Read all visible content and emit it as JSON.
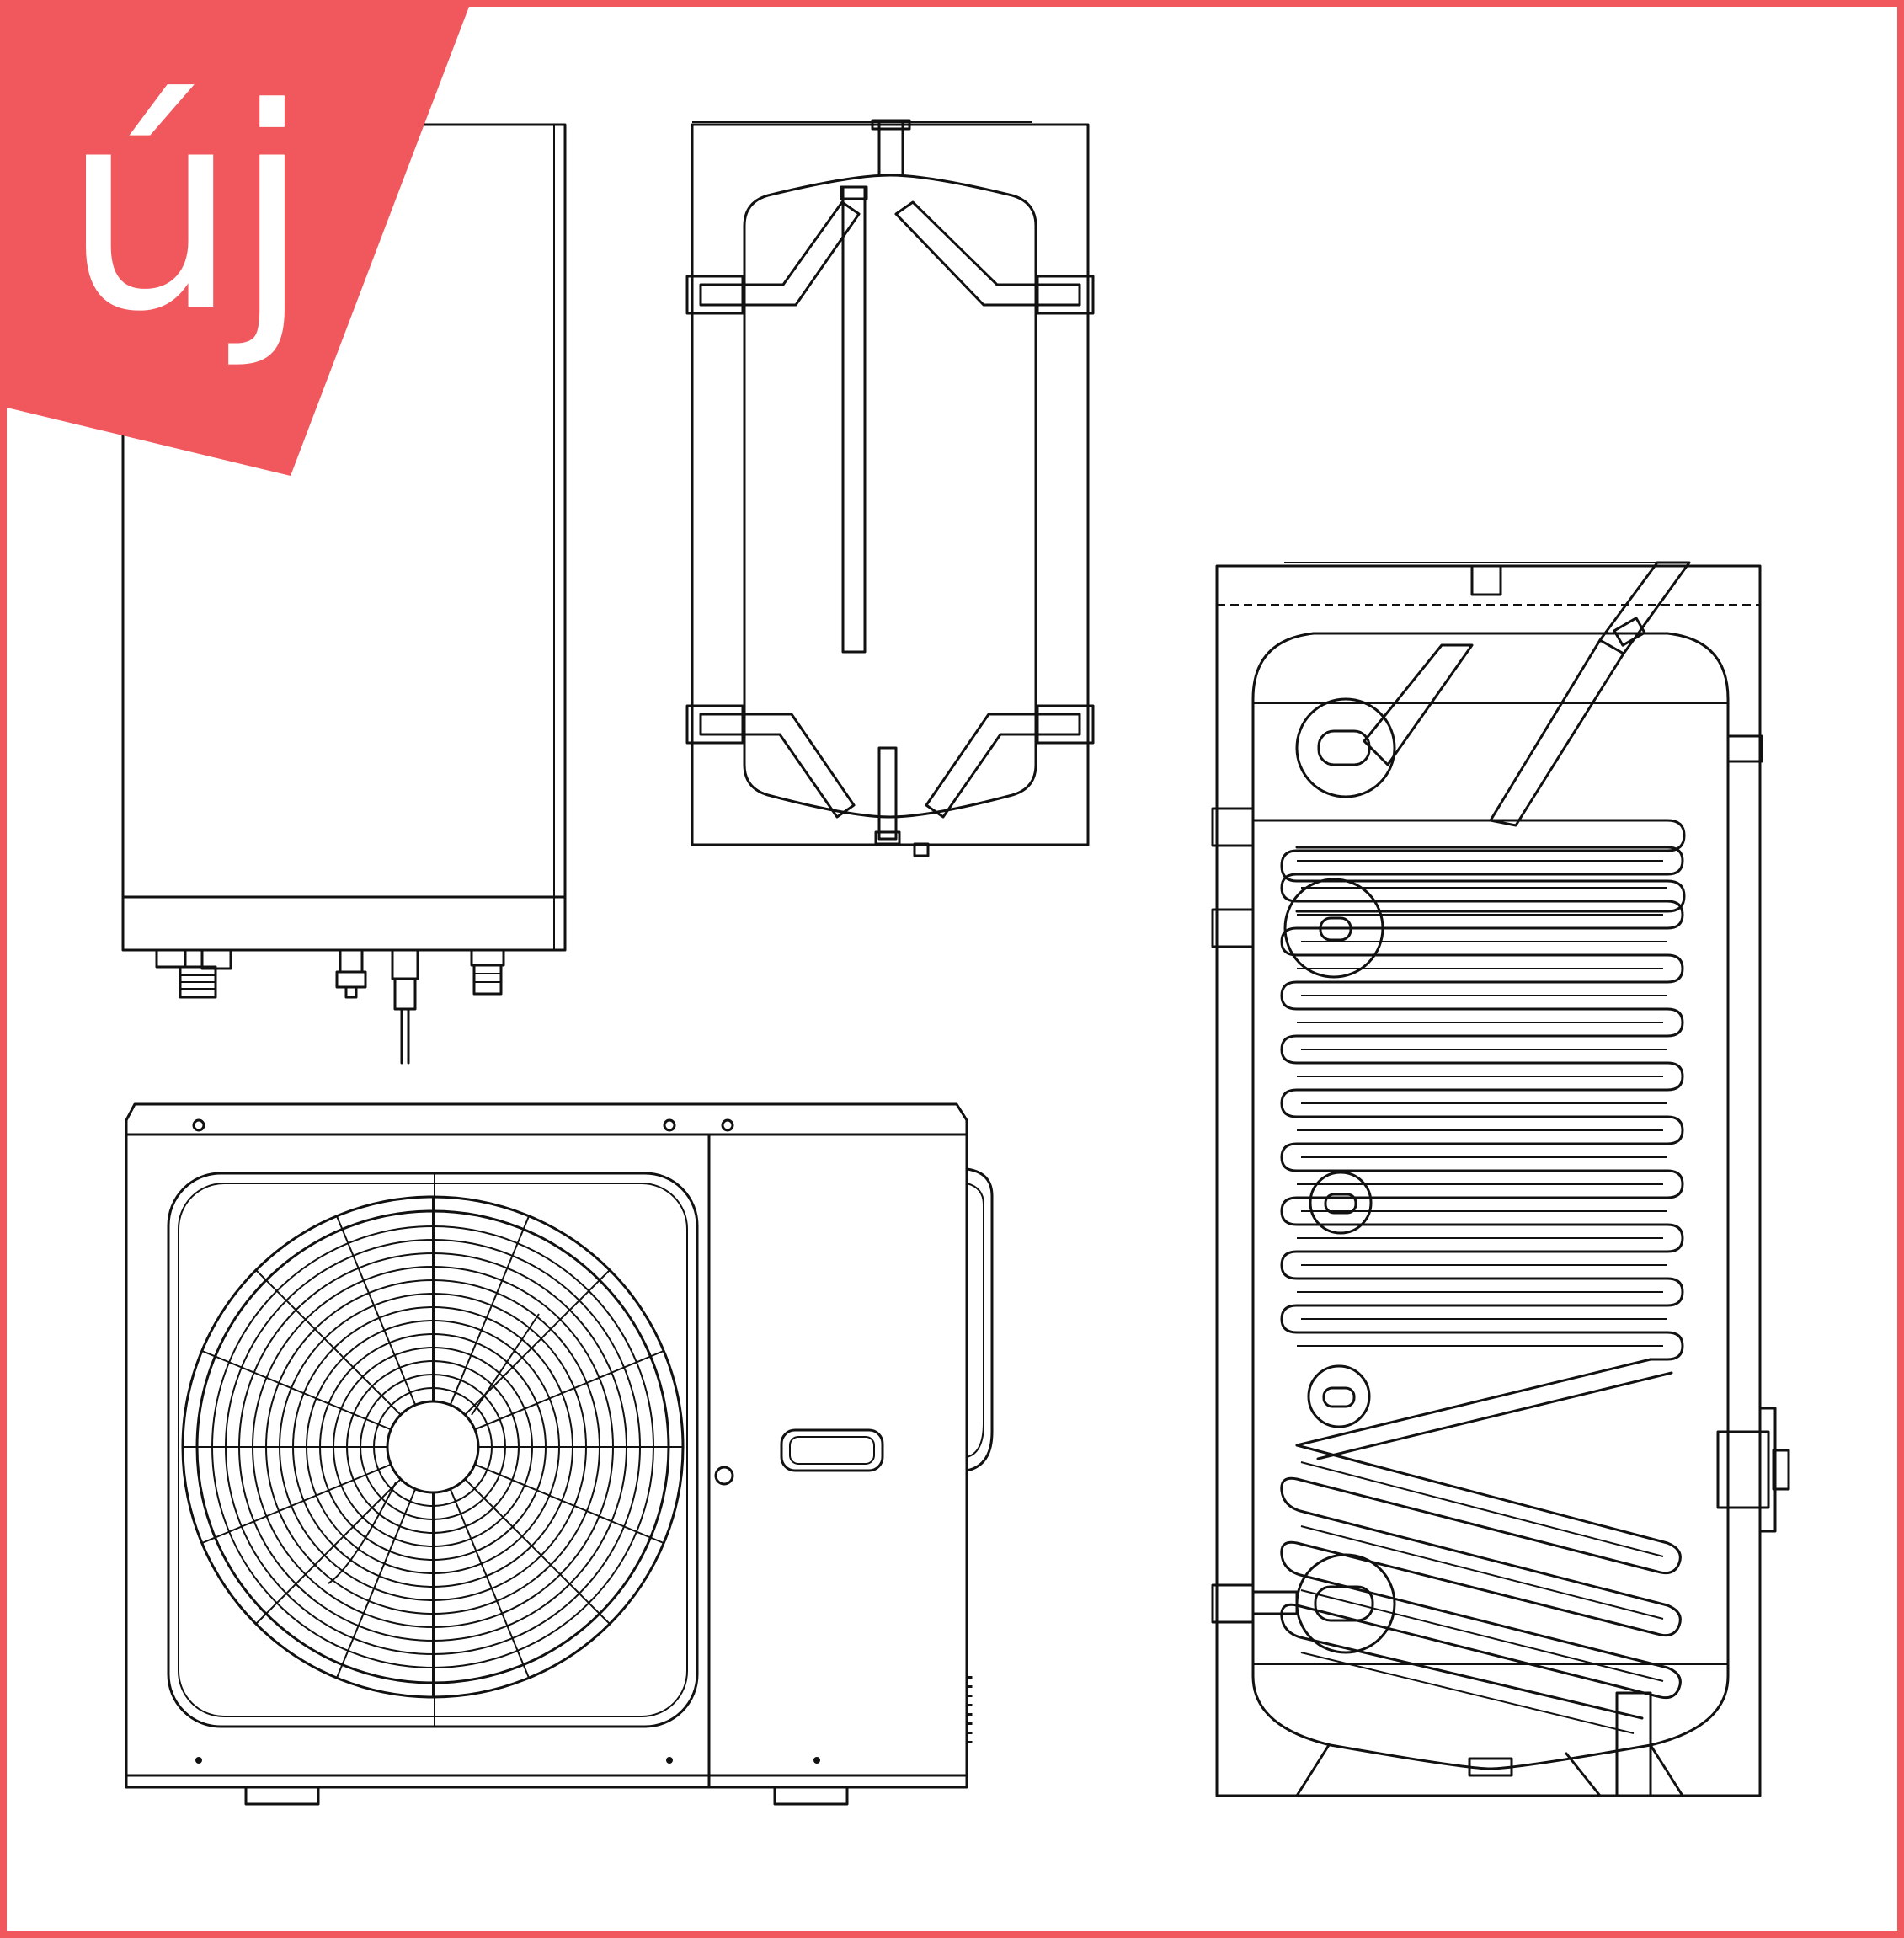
{
  "badge": {
    "label": "új",
    "color": "#f0585d",
    "text_color": "#ffffff"
  },
  "frame": {
    "border_color": "#f0585d"
  },
  "drawings": [
    {
      "name": "indoor-unit"
    },
    {
      "name": "buffer-tank"
    },
    {
      "name": "outdoor-unit-fan"
    },
    {
      "name": "hot-water-cylinder-coils"
    }
  ]
}
